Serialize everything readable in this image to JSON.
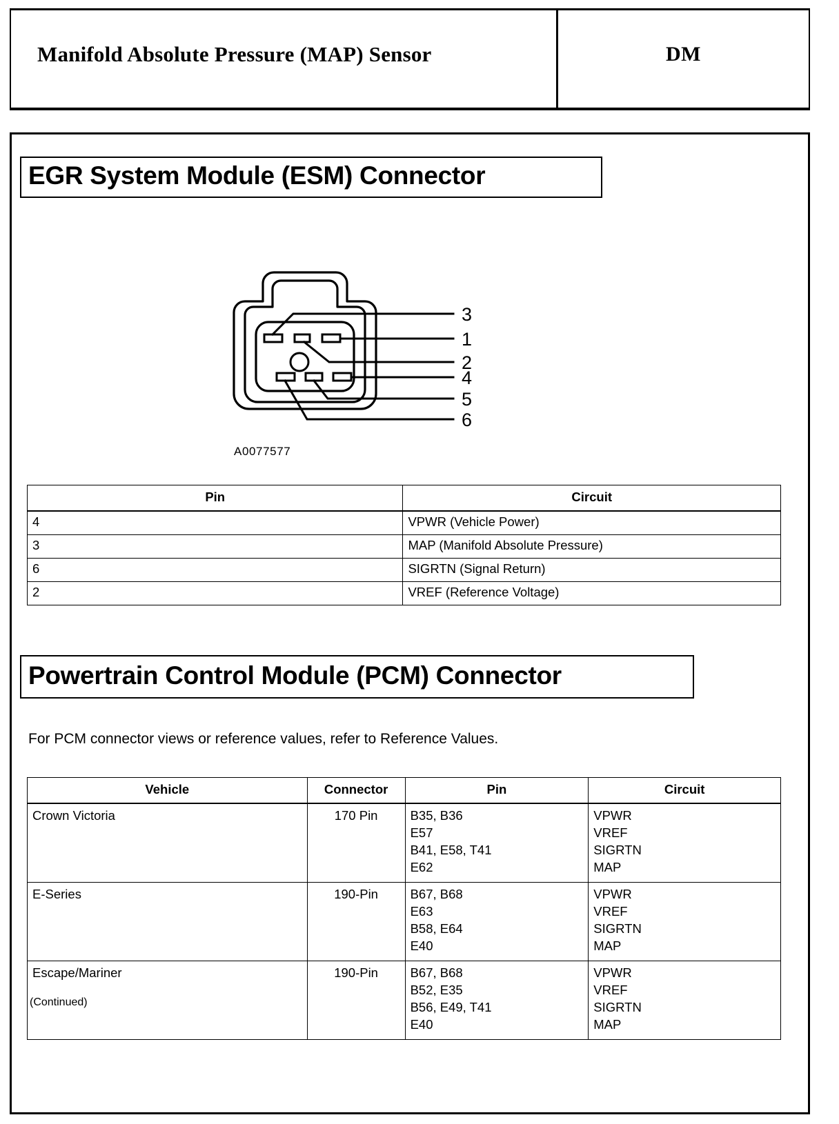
{
  "header": {
    "title": "Manifold Absolute Pressure (MAP) Sensor",
    "code": "DM"
  },
  "esm_section": {
    "heading": "EGR System Module (ESM) Connector",
    "figure_ref": "A0077577",
    "figure_callouts": [
      "3",
      "1",
      "2",
      "4",
      "5",
      "6"
    ],
    "table": {
      "columns": [
        "Pin",
        "Circuit"
      ],
      "rows": [
        {
          "pin": "4",
          "circuit": "VPWR (Vehicle Power)"
        },
        {
          "pin": "3",
          "circuit": "MAP (Manifold Absolute Pressure)"
        },
        {
          "pin": "6",
          "circuit": "SIGRTN (Signal Return)"
        },
        {
          "pin": "2",
          "circuit": "VREF (Reference Voltage)"
        }
      ]
    }
  },
  "pcm_section": {
    "heading": "Powertrain Control Module (PCM) Connector",
    "note": "For PCM connector views or reference values, refer to Reference Values.",
    "table": {
      "columns": [
        "Vehicle",
        "Connector",
        "Pin",
        "Circuit"
      ],
      "rows": [
        {
          "vehicle": "Crown Victoria",
          "connector": "170 Pin",
          "pin": "B35, B36\nE57\nB41, E58, T41\nE62",
          "circuit": "VPWR\nVREF\nSIGRTN\nMAP"
        },
        {
          "vehicle": "E-Series",
          "connector": "190-Pin",
          "pin": "B67, B68\nE63\nB58, E64\nE40",
          "circuit": "VPWR\nVREF\nSIGRTN\nMAP"
        },
        {
          "vehicle": "Escape/Mariner",
          "connector": "190-Pin",
          "pin": "B67, B68\nB52, E35\nB56, E49, T41\nE40",
          "circuit": "VPWR\nVREF\nSIGRTN\nMAP"
        }
      ]
    },
    "continued": "(Continued)"
  },
  "colors": {
    "ink": "#000000",
    "paper": "#ffffff"
  }
}
